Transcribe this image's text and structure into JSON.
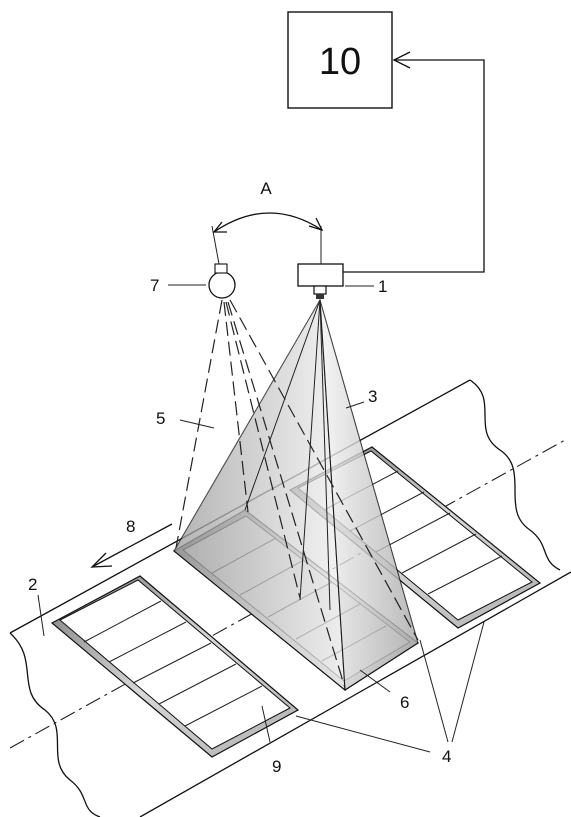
{
  "labels": {
    "controller": "10",
    "angle": "A",
    "camera": "1",
    "substrate": "2",
    "camera_field": "3",
    "cells": "4",
    "light_field": "5",
    "illuminated_zone": "6",
    "light_source": "7",
    "direction": "8",
    "panel": "9"
  }
}
